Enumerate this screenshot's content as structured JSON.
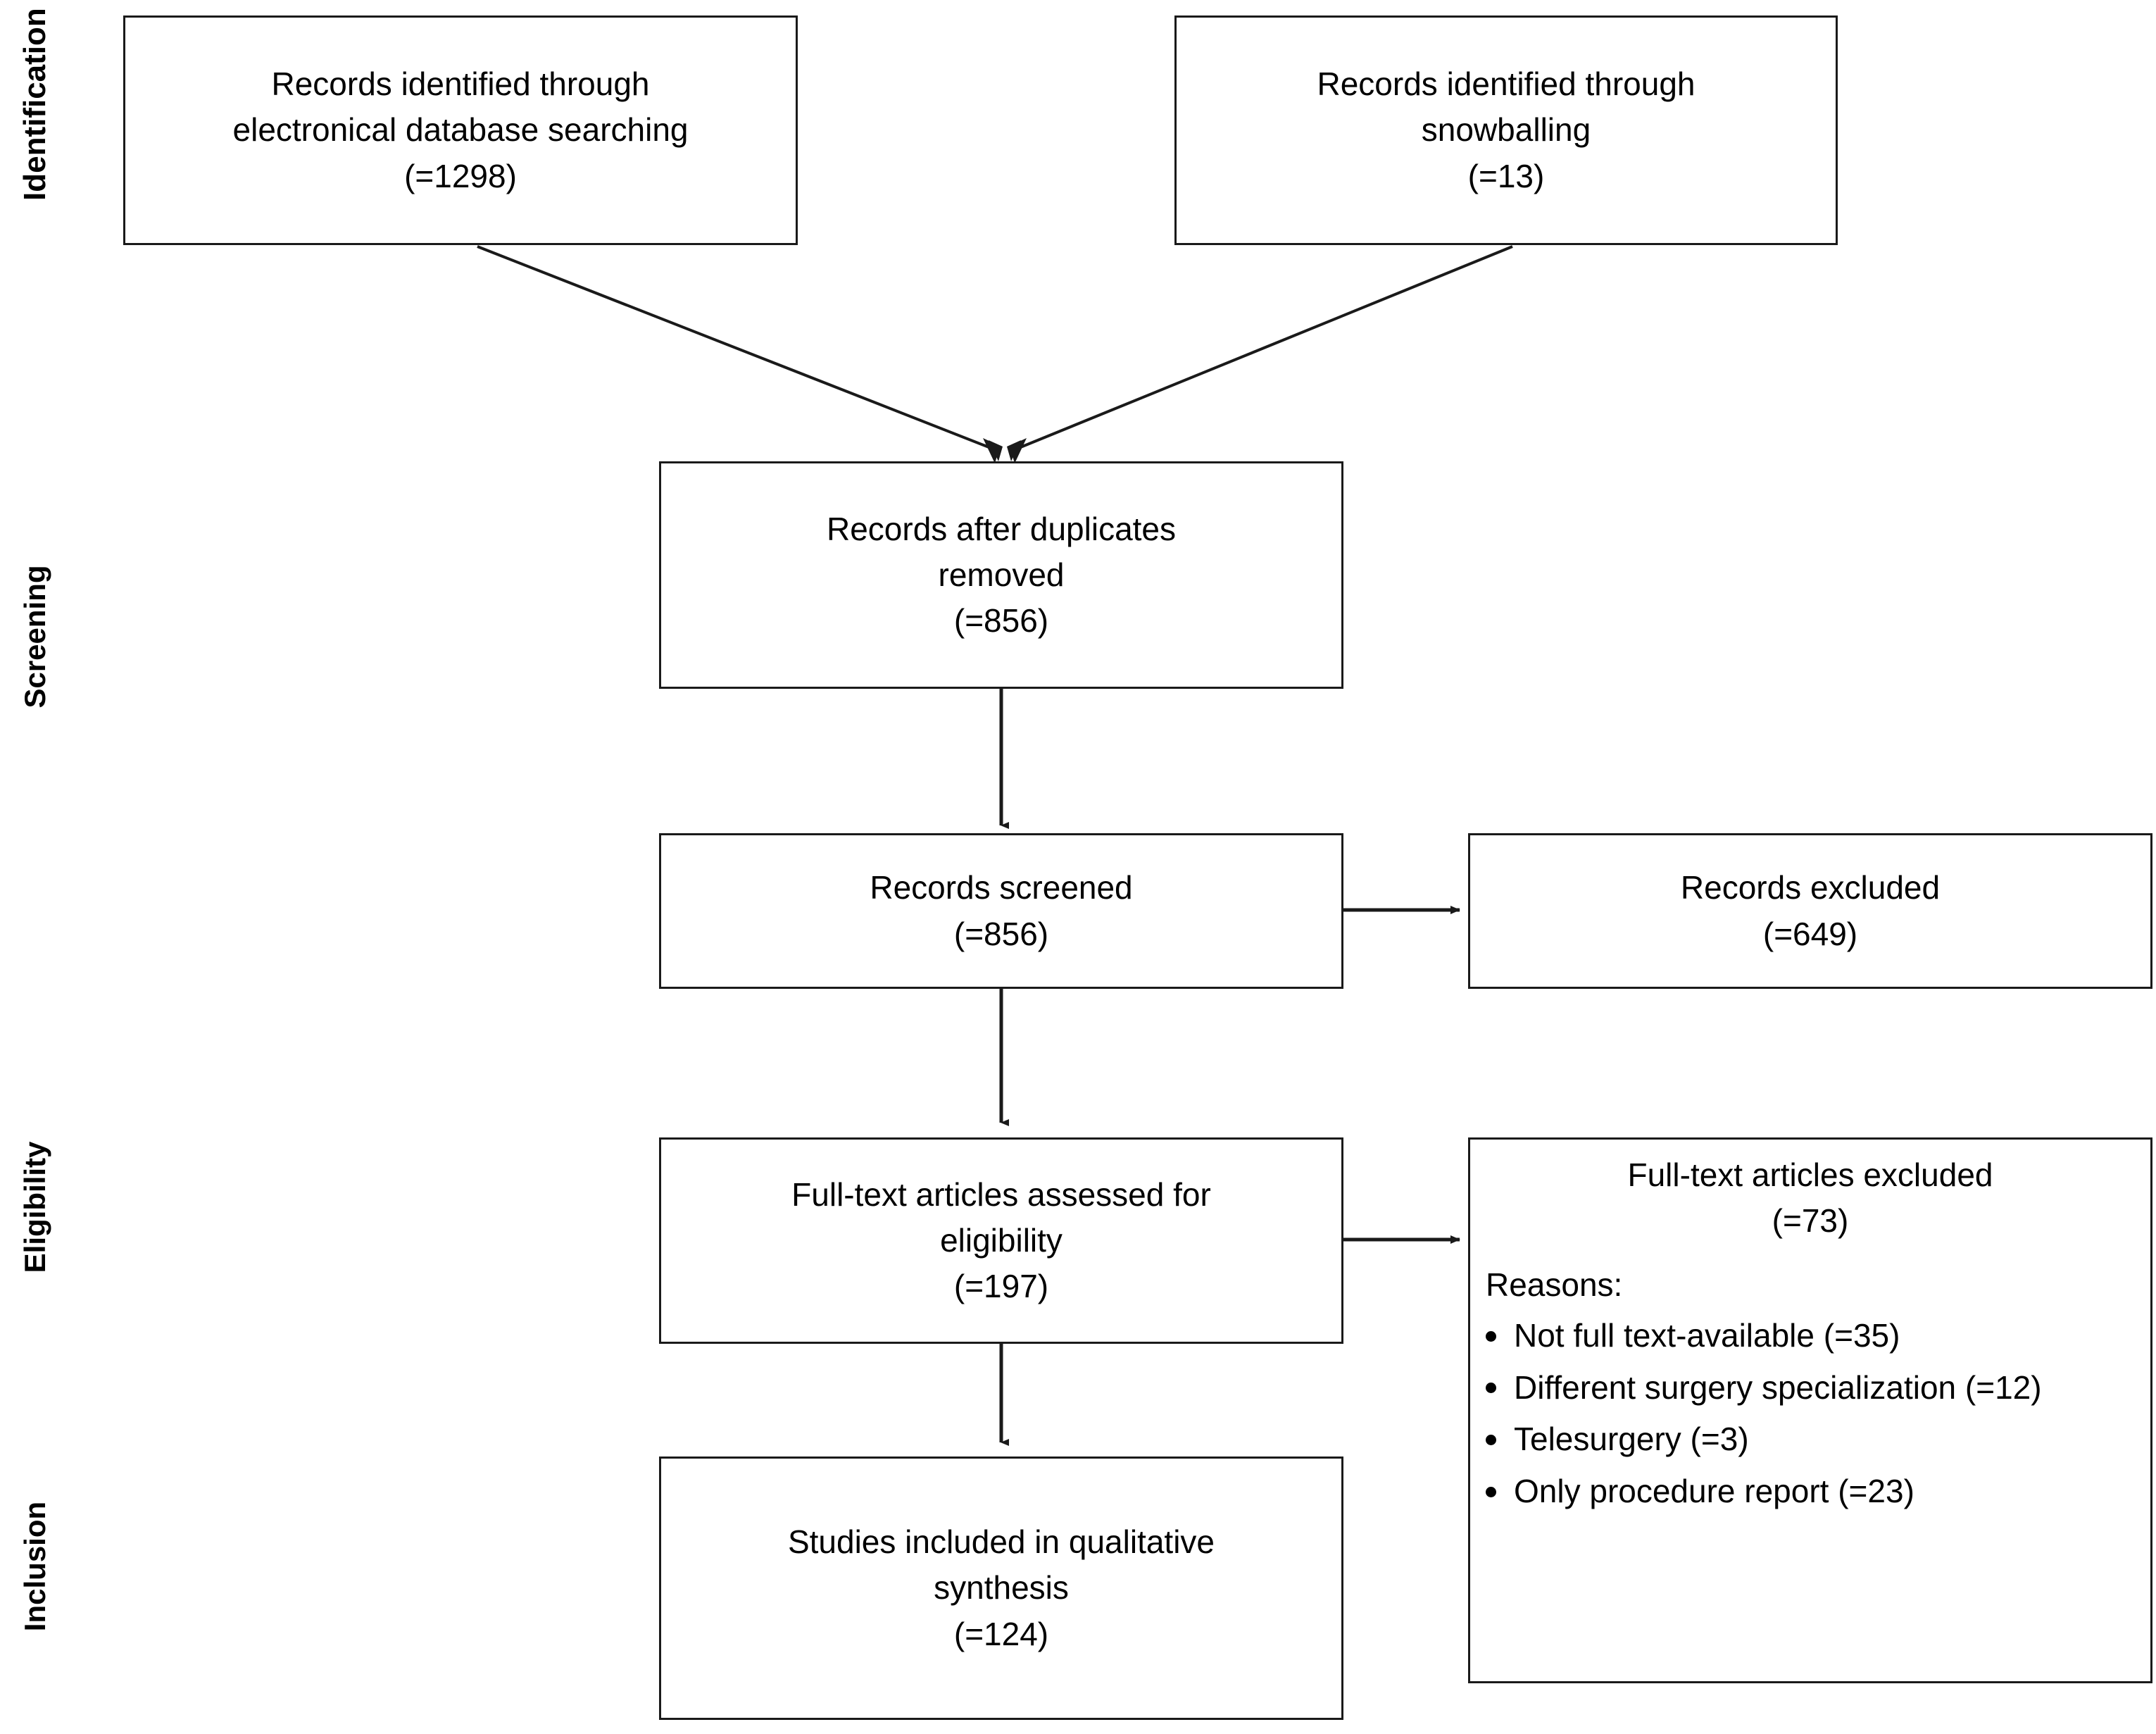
{
  "diagram": {
    "type": "prisma-flow-diagram",
    "stages": [
      {
        "id": "identification",
        "label": "Identification"
      },
      {
        "id": "screening",
        "label": "Screening"
      },
      {
        "id": "eligibility",
        "label": "Eligibility"
      },
      {
        "id": "inclusion",
        "label": "Inclusion"
      }
    ],
    "boxes": {
      "database_search": {
        "line1": "Records identified through",
        "line2": "electronical database searching",
        "count": "(=1298)"
      },
      "snowballing": {
        "line1": "Records identified through",
        "line2": "snowballing",
        "count": "(=13)"
      },
      "duplicates_removed": {
        "line1": "Records after duplicates",
        "line2": "removed",
        "count": "(=856)"
      },
      "records_screened": {
        "line1": "Records screened",
        "count": "(=856)"
      },
      "records_excluded": {
        "line1": "Records excluded",
        "count": "(=649)"
      },
      "fulltext_assessed": {
        "line1": "Full-text articles assessed for",
        "line2": "eligibility",
        "count": "(=197)"
      },
      "fulltext_excluded": {
        "line1": "Full-text articles excluded",
        "count": "(=73)",
        "reasons_label": "Reasons:",
        "reasons": [
          "Not full text-available (=35)",
          "Different surgery specialization (=12)",
          "Telesurgery (=3)",
          "Only procedure report (=23)"
        ]
      },
      "studies_included": {
        "line1": "Studies included in qualitative",
        "line2": "synthesis",
        "count": "(=124)"
      }
    },
    "colors": {
      "box_border": "#1a1a1a",
      "box_fill": "#ffffff",
      "connector": "#1a1a1a",
      "text": "#000000",
      "background": "#ffffff"
    }
  }
}
